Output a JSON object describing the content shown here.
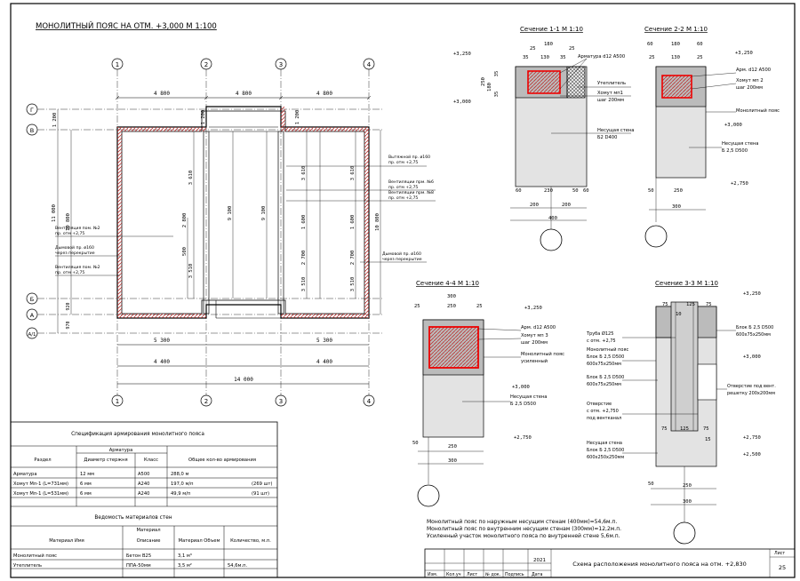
{
  "plan": {
    "title": "МОНОЛИТНЫЙ ПОЯС НА ОТМ. +3,000 М 1:100",
    "axes_num": [
      "1",
      "2",
      "3",
      "4"
    ],
    "axes_let": [
      "Г",
      "В",
      "Б",
      "А",
      "А/1"
    ],
    "dims_top": [
      "4 800",
      "4 800",
      "4 800"
    ],
    "dims_bottom_1": [
      "5 300",
      "5 300"
    ],
    "dims_bottom_2": [
      "4 400",
      "4 400"
    ],
    "dims_total": "14 000",
    "dims_left": [
      "1 200",
      "11 000",
      "10 800",
      "920",
      "970"
    ],
    "dims_right": "10 800",
    "dims_inner": [
      "1 200",
      "3 610",
      "2 800",
      "9 100",
      "500",
      "3 510",
      "1 200",
      "3 610",
      "1 600",
      "2 700",
      "3 510",
      "3 610",
      "1 600",
      "2 700",
      "3 510"
    ],
    "callouts": {
      "vent_top": "Вытяжной пр. ø160\nпр. отм +2,75",
      "vent2": "Вытяжной пр. ø160",
      "vent3": "пр. отм +2,75",
      "vent_channel_1": "Вентиляции прм. №6",
      "vent_channel_2": "пр. отм +2,75",
      "vent_channel_3": "Вентиляции прм. №8",
      "vent_channel_4": "пр. отм +2,75",
      "left_1": "Вентиляция пом. №2",
      "left_1b": "пр. отм +2,75",
      "left_2": "Дымовой пр. ø160",
      "left_2b": "через перекрытие",
      "left_3": "Вентиляция пом. №2",
      "left_3b": "пр. отм +2,75",
      "right_1": "Дымовой пр. ø160",
      "right_1b": "через перекрытие"
    }
  },
  "sections": {
    "s11": {
      "title": "Сечение 1-1 М 1:10",
      "dims_top": [
        "25",
        "180",
        "25",
        "35",
        "130",
        "35"
      ],
      "levels": [
        "+3,250",
        "+3,000"
      ],
      "side": [
        "35",
        "180",
        "35",
        "250"
      ],
      "notes": [
        "Арматура d12 А500",
        "Утеплитель",
        "Хомут мп1",
        "шаг 200мм",
        "Несущая стена",
        "Б2 D400"
      ],
      "dims_bottom": [
        "60",
        "230",
        "50",
        "60",
        "200",
        "200",
        "400"
      ]
    },
    "s22": {
      "title": "Сечение 2-2 М 1:10",
      "dims_top": [
        "60",
        "180",
        "60",
        "25",
        "130",
        "25"
      ],
      "levels": [
        "+3,250",
        "+3,000",
        "+2,750"
      ],
      "notes": [
        "Арм. d12 А500",
        "Хомут мп 2",
        "шаг 200мм",
        "Монолитный пояс",
        "Несущая стена",
        "Б 2,5 D500"
      ],
      "dims_bottom": [
        "50",
        "250",
        "300"
      ]
    },
    "s44": {
      "title": "Сечение 4-4 М 1:10",
      "dims_top": [
        "300",
        "25",
        "250",
        "25"
      ],
      "levels": [
        "+3,250",
        "+3,000",
        "+2,750"
      ],
      "notes": [
        "Арм. d12 А500",
        "Хомут мп 3",
        "шаг 200мм",
        "Монолитный пояс",
        "усиленный",
        "Несущая стена",
        "Б 2,5 D500"
      ],
      "dims_bottom": [
        "50",
        "250",
        "300"
      ]
    },
    "s33": {
      "title": "Сечение 3-3 М 1:10",
      "dims_top": [
        "75",
        "10",
        "125",
        "75"
      ],
      "levels": [
        "+3,250",
        "+3,000",
        "+2,750",
        "+2,500"
      ],
      "notes": [
        "Труба Ø125",
        "с отм. +2,75",
        "Монолитный пояс",
        "Блок Б 2,5 D500",
        "600х75х250мм",
        "Блок Б 2,5 D500",
        "600х75х250мм",
        "Отверстие",
        "с отм. +2,750",
        "под вентканал",
        "Несущая стена",
        "Блок Б 2,5 D500",
        "600х250х250мм",
        "Блок Б 2,5 D500",
        "600х75х250мм",
        "Отверстие под вент.",
        "решетку 200х200мм"
      ],
      "dims_bottom": [
        "75",
        "125",
        "75",
        "15",
        "50",
        "250",
        "300"
      ]
    }
  },
  "spec_table": {
    "title": "Спецификация армирования монолитного пояса",
    "group_header": "Арматура",
    "headers": [
      "Раздел",
      "Диаметр стержня",
      "Класс",
      "Общее кол-во армирования"
    ],
    "rows": [
      [
        "Арматура",
        "12 мм",
        "А500",
        "288,0 м",
        ""
      ],
      [
        "Хомут Мп-1 (L=731мм)",
        "6 мм",
        "А240",
        "197,0 м/п",
        "(269 шт)"
      ],
      [
        "Хомут Мп-1 (L=531мм)",
        "6 мм",
        "А240",
        "49,9 м/п",
        "(91 шт)"
      ]
    ]
  },
  "materials_table": {
    "title": "Ведомость материалов стен",
    "group_header": "Материал",
    "headers": [
      "Материал Имя",
      "Описание",
      "Материал Объем",
      "Количество, м.п."
    ],
    "rows": [
      [
        "Монолитный пояс",
        "Бетон В25",
        "3,1 м³",
        ""
      ],
      [
        "Утеплитель",
        "ППА-50мм",
        "3,5 м²",
        "54,6м.п."
      ]
    ]
  },
  "notes": [
    "Монолитный пояс по наружным несущим стенам (400мм)=54,6м.п.",
    "Монолитный пояс по внутренним несущим стенам (300мм)=12,2м.п.",
    "Усиленный участок монолитного пояса по внутренней стене 5,6м.п."
  ],
  "title_block": {
    "year": "2021",
    "cols": [
      "Изм.",
      "Кол.уч",
      "Лист",
      "№ док.",
      "Подпись",
      "Дата"
    ],
    "drawing_title": "Схема расположения монолитного пояса на отм. +2,830",
    "sheet_label": "Лист",
    "sheet_no": "25"
  }
}
